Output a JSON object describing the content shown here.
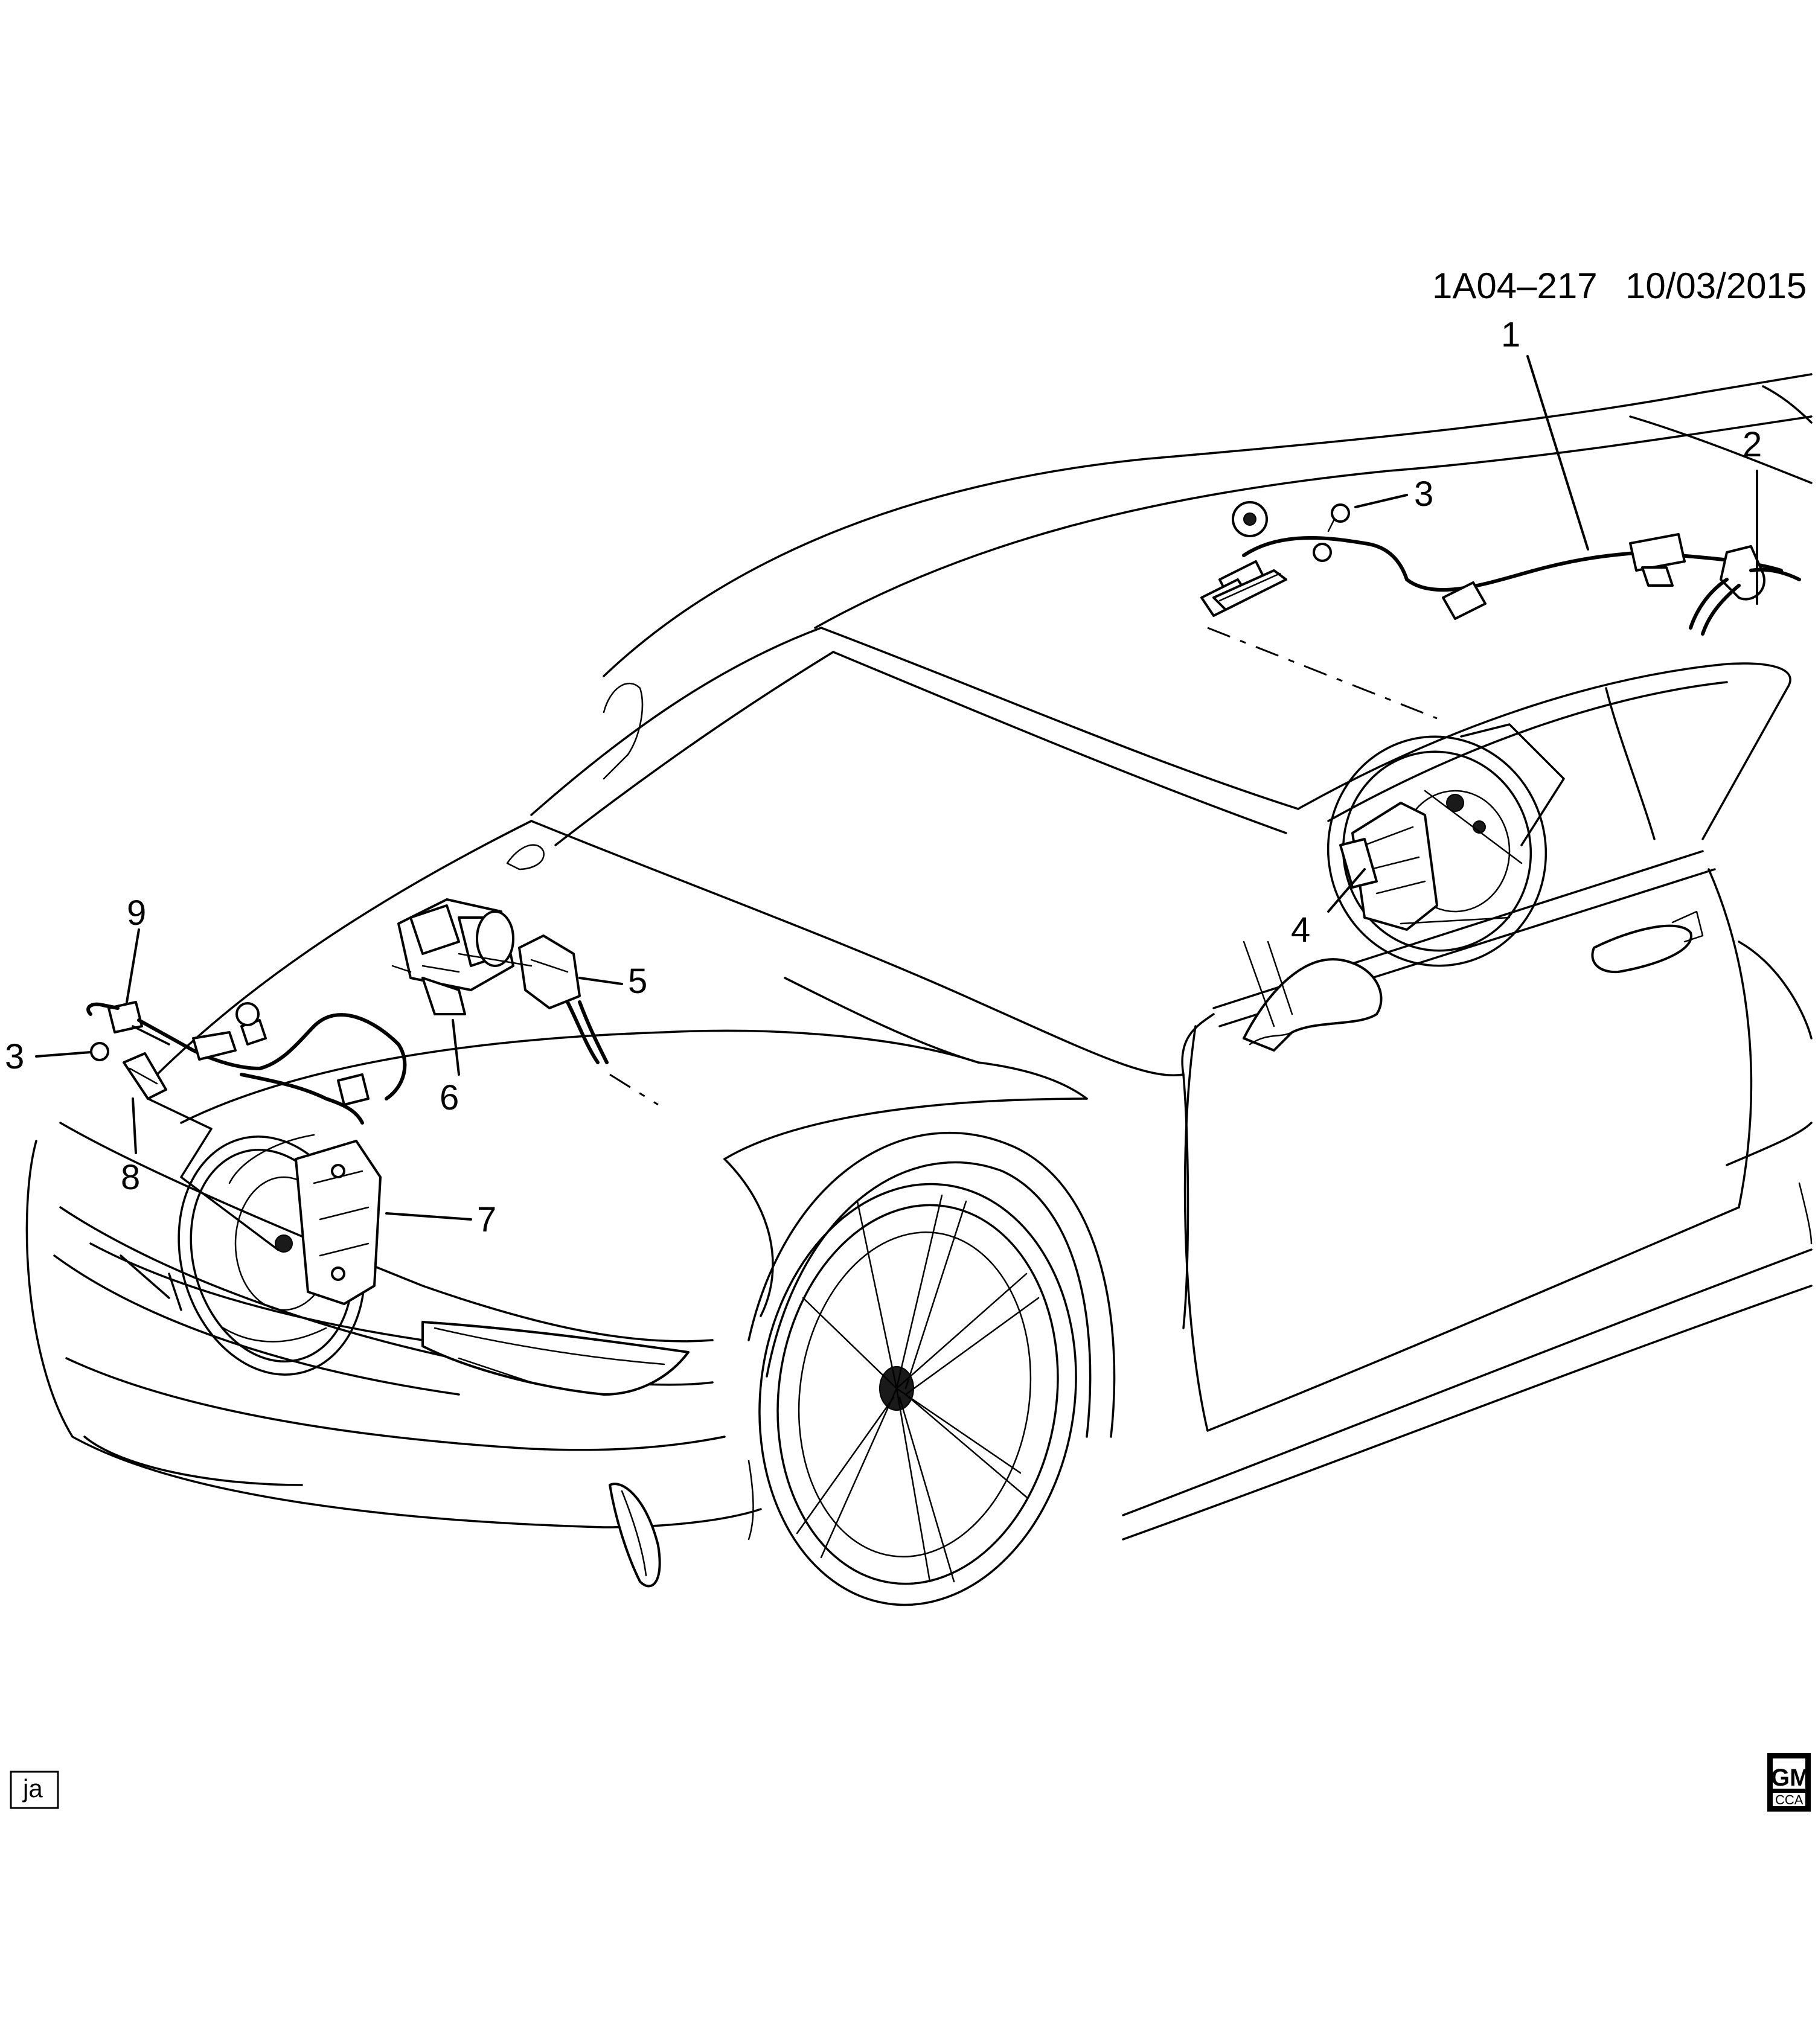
{
  "header": {
    "diagram_id": "1A04–217",
    "date": "10/03/2015"
  },
  "callouts": {
    "c1": "1",
    "c2": "2",
    "c3_top": "3",
    "c3_left": "3",
    "c4": "4",
    "c5": "5",
    "c6": "6",
    "c7": "7",
    "c8": "8",
    "c9": "9"
  },
  "footer": {
    "artist_initials": "ja",
    "logo_text": "GM",
    "logo_sub": "CCA"
  },
  "icons": {
    "logo": "gm-logo-icon"
  }
}
